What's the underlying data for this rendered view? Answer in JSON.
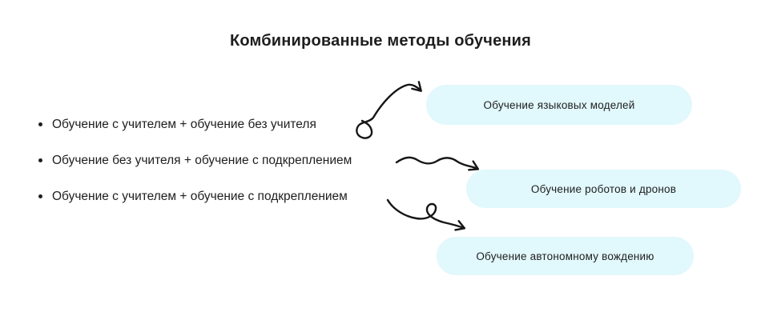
{
  "title": "Комбинированные методы обучения",
  "bullets": [
    {
      "label": "Обучение с учителем + обучение без учителя"
    },
    {
      "label": "Обучение без учителя + обучение с подкреплением"
    },
    {
      "label": "Обучение с учителем + обучение с подкреплением"
    }
  ],
  "nodes": [
    {
      "label": "Обучение языковых моделей"
    },
    {
      "label": "Обучение роботов и дронов"
    },
    {
      "label": "Обучение автономному вождению"
    }
  ],
  "colors": {
    "node_bg": "#e1f8fc",
    "text": "#1e1e1e",
    "arrow": "#161616"
  }
}
